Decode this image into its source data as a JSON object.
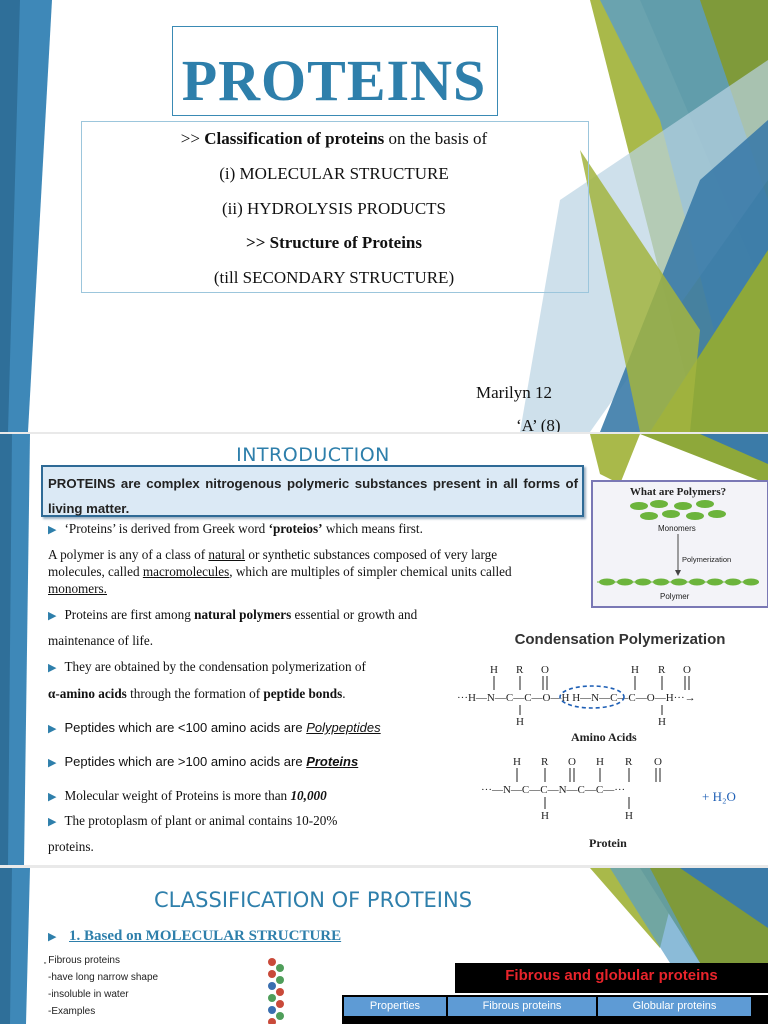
{
  "slide1": {
    "title": "PROTEINS",
    "line1_prefix": ">> ",
    "line1_bold": "Classification of proteins",
    "line1_suffix": " on the basis of",
    "line2": "(i) MOLECULAR STRUCTURE",
    "line3": "(ii) HYDROLYSIS PRODUCTS",
    "line4": ">> Structure of Proteins",
    "line5": "(till SECONDARY STRUCTURE)",
    "author_name": "Marilyn  12",
    "author_class": "‘A’ (8)"
  },
  "slide2": {
    "title": "INTRODUCTION",
    "definition": "PROTEINS are complex nitrogenous polymeric substances present in all forms of living matter.",
    "b1_pre": "‘Proteins’ is derived from Greek word ",
    "b1_bold": "‘proteios’",
    "b1_post": " which means first.",
    "p1_a": "A polymer is any of a class of ",
    "p1_natural": "natural",
    "p1_b": " or synthetic substances composed of very large",
    "p1_c": "molecules, called ",
    "p1_macro": "macromolecules",
    "p1_d": ", which are multiples of simpler chemical units called",
    "p1_mono": "monomers.",
    "b2_pre": "Proteins are first among  ",
    "b2_bold": "natural polymers",
    "b2_post": " essential or growth and",
    "b2_line2": "maintenance of life.",
    "b3_line1": "They are obtained by the condensation polymerization of",
    "b3_bold1": "α-amino acids",
    "b3_mid": " through the formation of ",
    "b3_bold2": "peptide bonds",
    "b3_end": ".",
    "b4_pre": "Peptides which are <100 amino acids are ",
    "b4_em": "Polypeptides",
    "b5_pre": "Peptides which are >100 amino acids are ",
    "b5_em": "Proteins",
    "b6_pre": "Molecular weight of Proteins is more than ",
    "b6_em": "10,000",
    "b7_line1": "The protoplasm of plant or animal contains 10-20%",
    "b7_line2": "proteins.",
    "poly_title": "What are Polymers?",
    "poly_monomers": "Monomers",
    "poly_polymerization": "Polymerization",
    "poly_polymer": "Polymer",
    "cond_title": "Condensation Polymerization",
    "amino_acids": "Amino Acids",
    "protein_label": "Protein",
    "water": "+ H₂O"
  },
  "slide3": {
    "title": "CLASSIFICATION OF PROTEINS",
    "heading": "1. Based on MOLECULAR STRUCTURE",
    "fib1": "Fibrous proteins",
    "fib2": "-have long narrow shape",
    "fib3": "-insoluble in water",
    "fib4": "-Examples",
    "fg_title": "Fibrous and globular proteins",
    "th1": "Properties",
    "th2": "Fibrous proteins",
    "th3": "Globular proteins"
  },
  "colors": {
    "accent_blue": "#2e7fab",
    "olive": "#8d9b2e",
    "banner_red": "#e8242b"
  }
}
